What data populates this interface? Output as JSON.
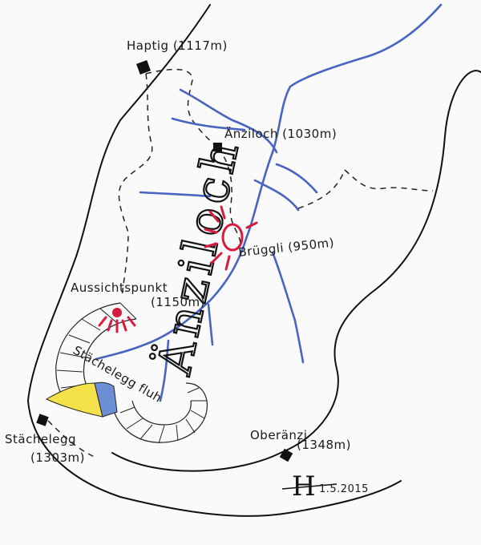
{
  "map": {
    "title": "Änziloch",
    "places": {
      "haptig": "Haptig (1117m)",
      "aenziloch": "Änziloch (1030m)",
      "brueggli": "Brüggli (950m)",
      "aussichtspunkt": "Aussichtspunkt",
      "aussichtspunkt_elev": "(1150m)",
      "staechelegg": "Stächelegg",
      "staechelegg_elev": "(1303m)",
      "oberaenzi": "Oberänzi",
      "oberaenzi_elev": "(1348m)",
      "flueh": "Stächelegg fluh"
    },
    "signature": {
      "mark": "H",
      "date": "1.5.2015"
    },
    "colors": {
      "river": "#4a64c2",
      "viewpoint": "#d61c3c",
      "ink": "#111111",
      "field_yellow": "#f3e24a",
      "field_blue": "#6c8fd6"
    },
    "icons": {
      "hut": "hut-icon",
      "viewpoint": "viewpoint-sun-icon",
      "sinkhole": "sinkhole-icon"
    }
  }
}
